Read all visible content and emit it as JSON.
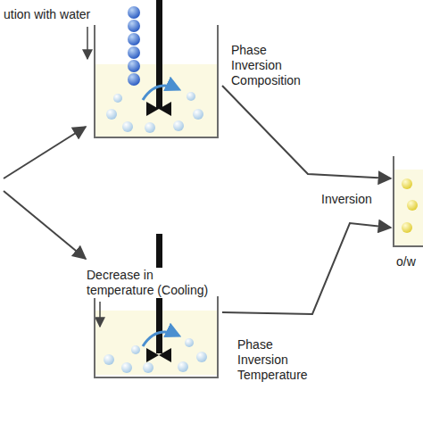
{
  "diagram": {
    "nodes": [
      {
        "text": [
          "Phase Inversion Composition"
        ]
      },
      {
        "text": [
          "Decrease in temperature (Cooling)",
          "Phase Inversion Temperature"
        ]
      },
      {
        "text": [
          "o/w"
        ]
      }
    ],
    "edges": [
      {
        "from": 0,
        "to": 2,
        "arrow": "to"
      },
      {
        "from": 1,
        "to": 2,
        "arrow": "to"
      }
    ],
    "labels": [
      "ution with water",
      "Inversion"
    ]
  }
}
